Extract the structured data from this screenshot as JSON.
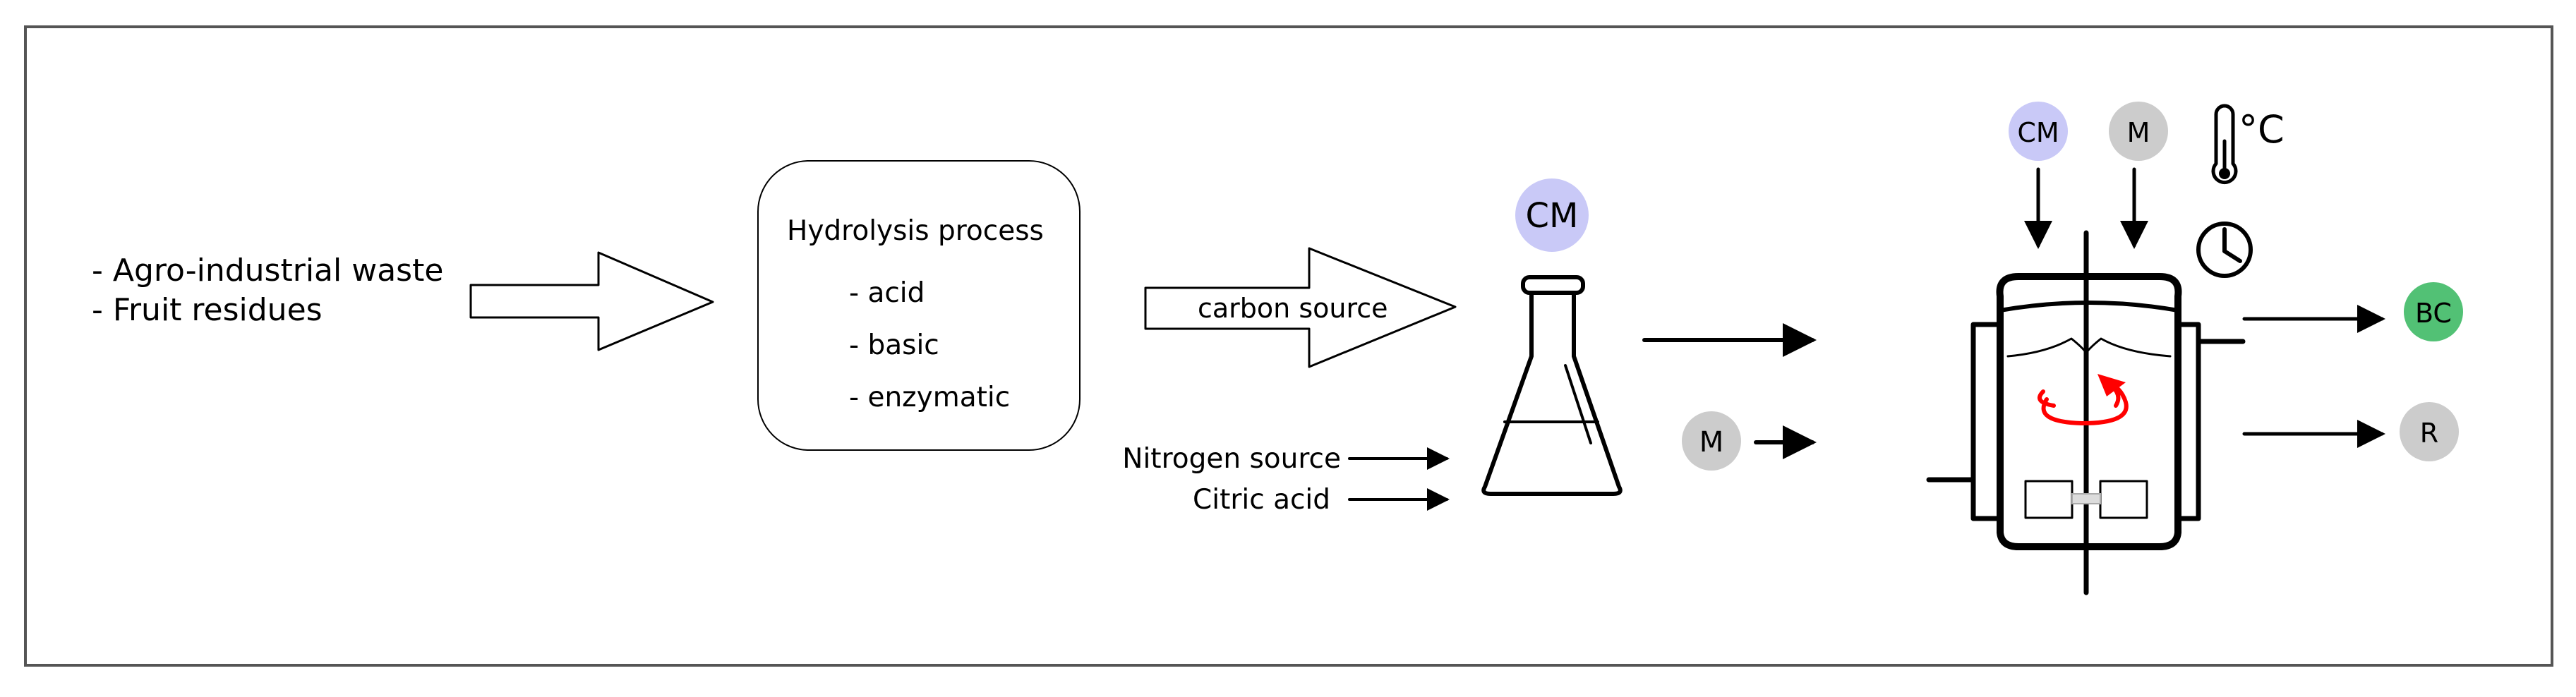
{
  "inputs": {
    "line1": "- Agro-industrial waste",
    "line2": "- Fruit residues"
  },
  "hydrolysis": {
    "title": "Hydrolysis process",
    "items": [
      "- acid",
      "- basic",
      "- enzymatic"
    ]
  },
  "carbon_arrow_label": "carbon source",
  "flask_inputs": {
    "nitrogen": "Nitrogen source",
    "citric": "Citric acid"
  },
  "badges": {
    "flask_cm": "CM",
    "reactor_cm": "CM",
    "reactor_m": "M",
    "side_m": "M",
    "bc": "BC",
    "r": "R"
  },
  "units": {
    "celsius": "°C"
  },
  "colors": {
    "cm_badge": "#c9c9f7",
    "m_badge": "#cccccc",
    "bc_badge": "#52c175",
    "r_badge": "#cccccc",
    "stir_arrow": "#ff0000",
    "frame": "#555555"
  },
  "icons": {
    "thermometer": "thermometer-icon",
    "clock": "clock-icon",
    "flask": "erlenmeyer-flask-icon",
    "bioreactor": "bioreactor-icon"
  }
}
